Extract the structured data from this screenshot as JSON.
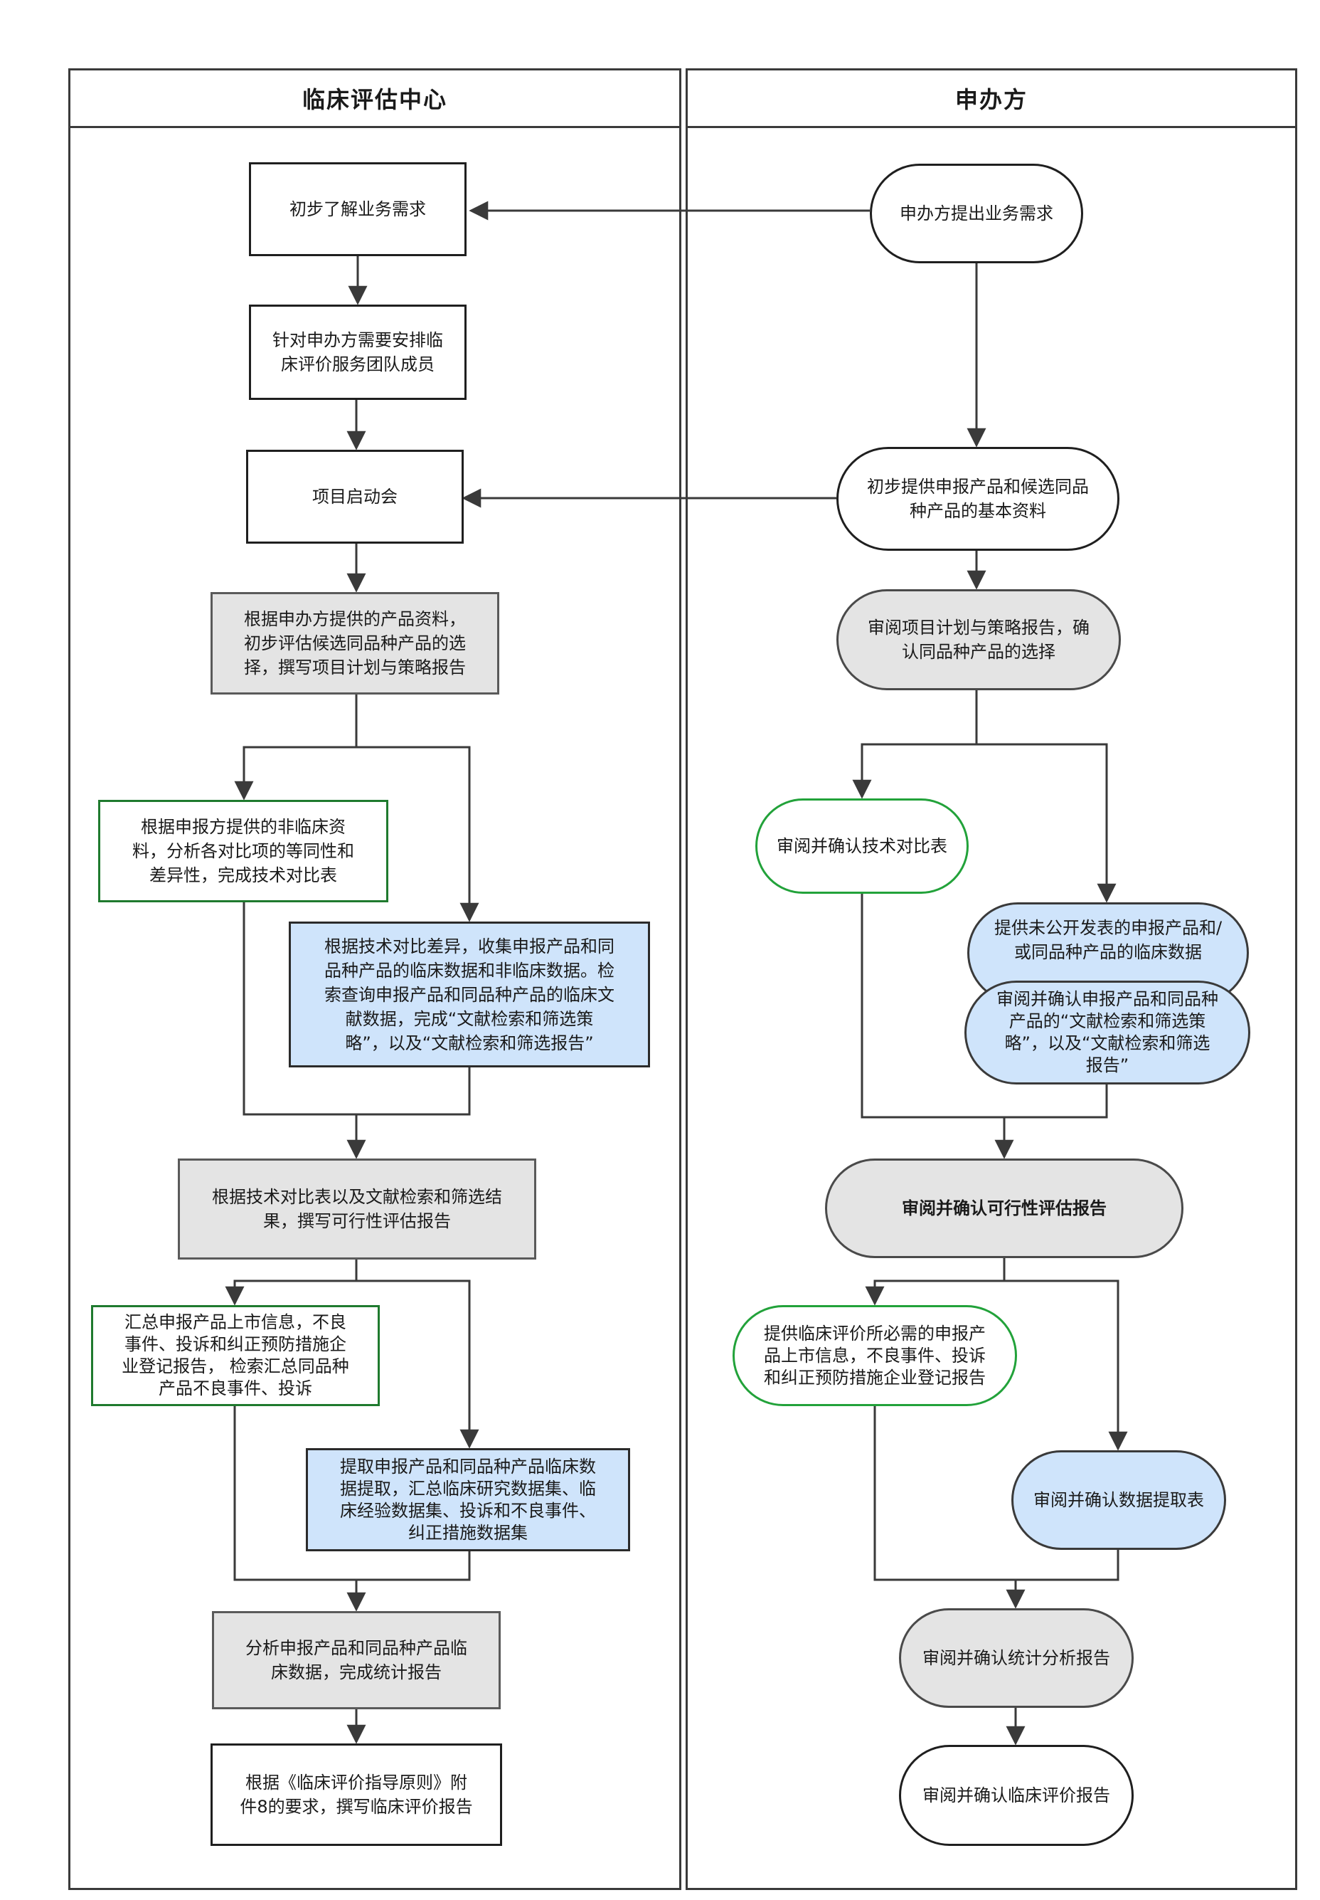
{
  "lanes": {
    "left_title": "临床评估中心",
    "right_title": "申办方"
  },
  "nodes": {
    "l1": "初步了解业务需求",
    "l2": "针对申办方需要安排临\n床评价服务团队成员",
    "l3": "项目启动会",
    "l4": "根据申办方提供的产品资料，\n初步评估候选同品种产品的选\n择，撰写项目计划与策略报告",
    "l5": "根据申报方提供的非临床资\n料，分析各对比项的等同性和\n差异性，完成技术对比表",
    "l6": "根据技术对比差异，收集申报产品和同\n品种产品的临床数据和非临床数据。检\n索查询申报产品和同品种产品的临床文\n献数据，完成“文献检索和筛选策\n略”，以及“文献检索和筛选报告”",
    "l7": "根据技术对比表以及文献检索和筛选结\n果，撰写可行性评估报告",
    "l8": "汇总申报产品上市信息，不良\n事件、投诉和纠正预防措施企\n业登记报告， 检索汇总同品种\n产品不良事件、投诉",
    "l9": "提取申报产品和同品种产品临床数\n据提取，汇总临床研究数据集、临\n床经验数据集、投诉和不良事件、\n纠正措施数据集",
    "l10": "分析申报产品和同品种产品临\n床数据，完成统计报告",
    "l11": "根据《临床评价指导原则》附\n件8的要求，撰写临床评价报告",
    "r1": "申办方提出业务需求",
    "r2": "初步提供申报产品和候选同品\n种产品的基本资料",
    "r3": "审阅项目计划与策略报告，确\n认同品种产品的选择",
    "r4": "审阅并确认技术对比表",
    "r5": "提供未公开发表的申报产品和/\n或同品种产品的临床数据",
    "r6": "审阅并确认申报产品和同品种\n产品的“文献检索和筛选策\n略”，以及“文献检索和筛选\n报告”",
    "r7": "审阅并确认可行性评估报告",
    "r8": "提供临床评价所必需的申报产\n品上市信息，不良事件、投诉\n和纠正预防措施企业登记报告",
    "r9": "审阅并确认数据提取表",
    "r10": "审阅并确认统计分析报告",
    "r11": "审阅并确认临床评价报告"
  },
  "colors": {
    "line": "#3a3a3a",
    "gray_fill": "#e4e4e4",
    "blue_fill": "#cfe4fb",
    "green_border": "#1f7a2e"
  }
}
